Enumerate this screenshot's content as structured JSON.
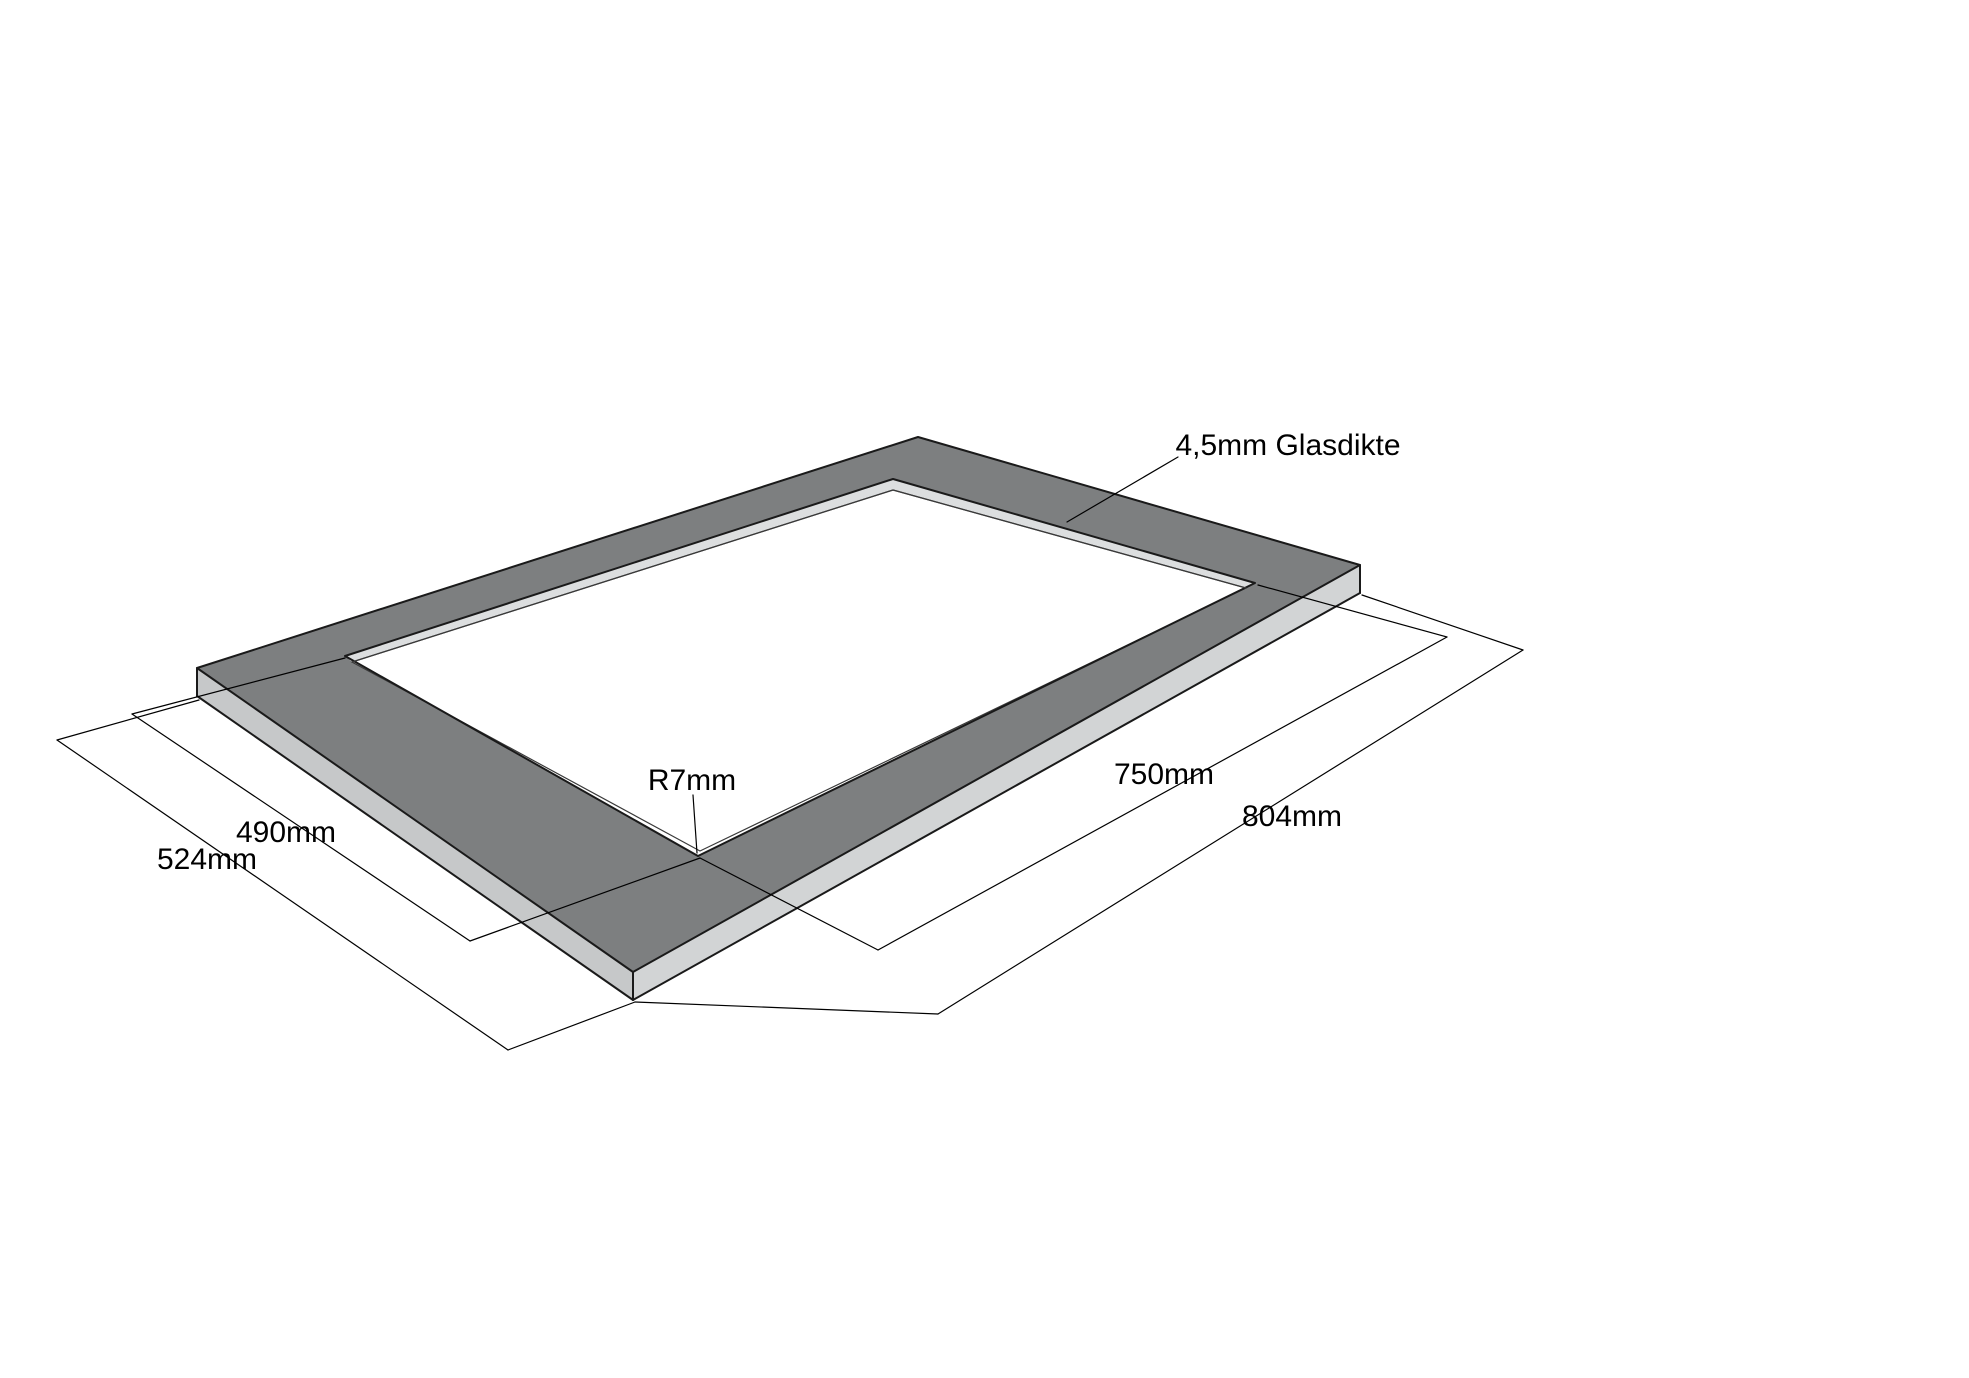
{
  "page": {
    "background": "#ffffff",
    "description_name": "glass-panel-frame-technical-drawing"
  },
  "drawing": {
    "colors": {
      "top_face": "#7d7f80",
      "side_left": "#c6c8c9",
      "side_right": "#d2d4d5",
      "ledge": "#dcdedf",
      "glass": "#ffffff"
    },
    "labels": {
      "glass_thickness": "4,5mm Glasdikte",
      "corner_radius": "R7mm",
      "inner_length": "750mm",
      "outer_length": "804mm",
      "inner_width": "490mm",
      "outer_width": "524mm"
    }
  }
}
